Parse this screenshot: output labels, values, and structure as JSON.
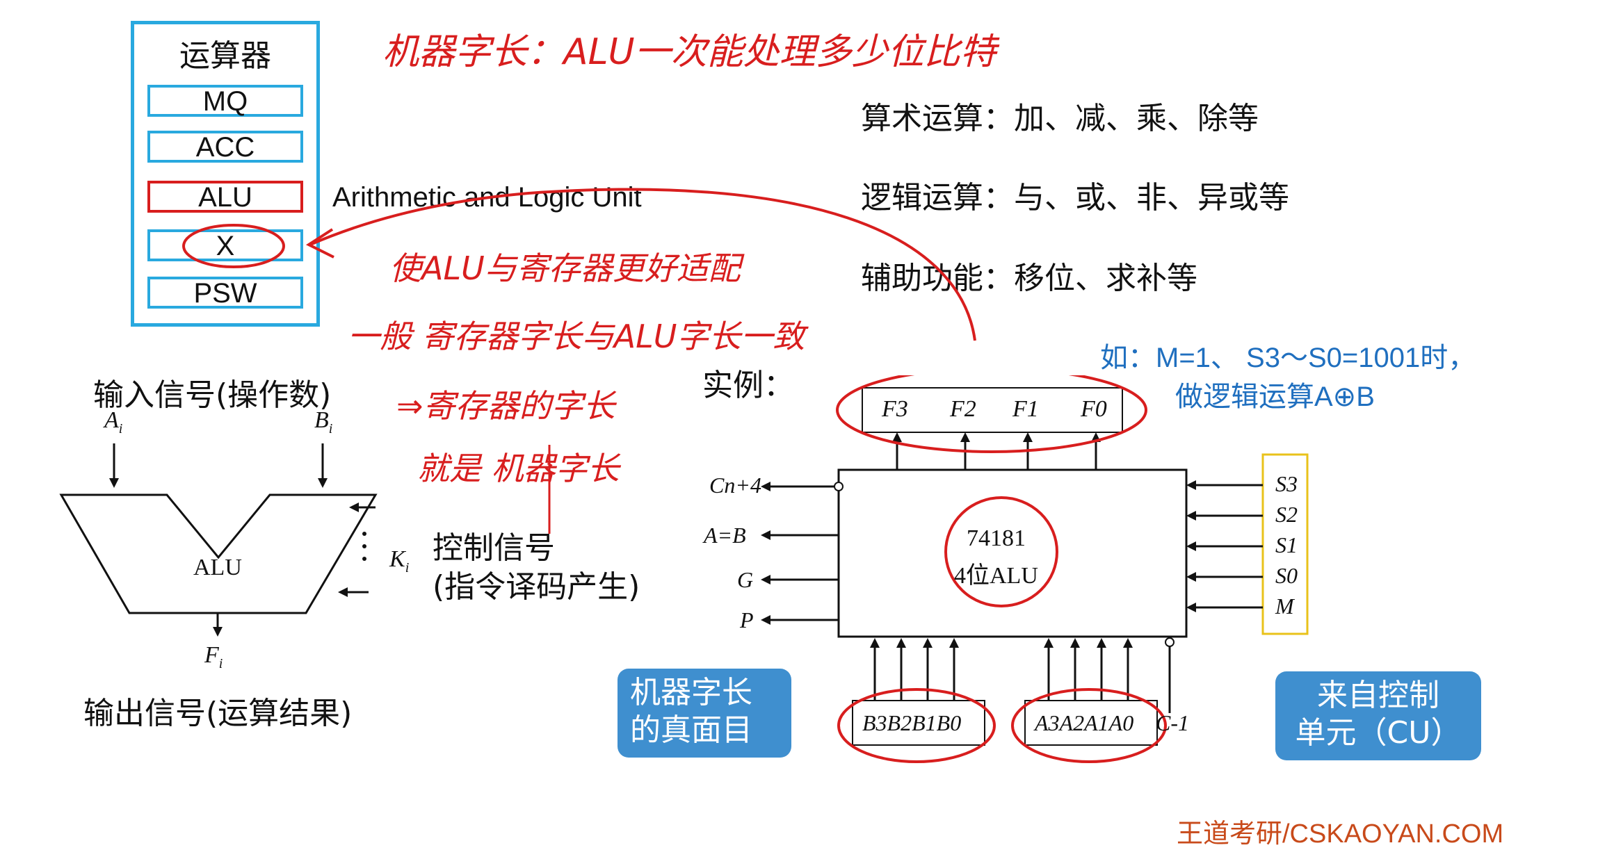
{
  "register_stack": {
    "title": "运算器",
    "registers": [
      "MQ",
      "ACC",
      "ALU",
      "X",
      "PSW"
    ]
  },
  "alu_full_name": "Arithmetic and Logic Unit",
  "functions": {
    "arith": "算术运算：加、减、乘、除等",
    "logic": "逻辑运算：与、或、非、异或等",
    "aux": "辅助功能：移位、求补等"
  },
  "alu_diagram": {
    "input_title": "输入信号(操作数)",
    "input_a": "A",
    "input_b": "B",
    "sub_i": "i",
    "label": "ALU",
    "control_k": "K",
    "control_title": "控制信号",
    "control_sub": "(指令译码产生)",
    "output_f": "F",
    "output_title": "输出信号(运算结果)"
  },
  "example": {
    "label": "实例：",
    "chip_line1": "74181",
    "chip_line2": "4位ALU",
    "outputs": [
      "F3",
      "F2",
      "F1",
      "F0"
    ],
    "left_outputs": [
      "Cn+4",
      "A=B",
      "G",
      "P"
    ],
    "right_inputs": [
      "S3",
      "S2",
      "S1",
      "S0",
      "M"
    ],
    "b_inputs": "B3B2B1B0",
    "a_inputs": "A3A2A1A0",
    "carry_in": "C-1",
    "note_line1": "如：M=1、 S3～S0=1001时，",
    "note_line2": "做逻辑运算A⊕B",
    "callout_left_1": "机器字长",
    "callout_left_2": "的真面目",
    "callout_right_1": "来自控制",
    "callout_right_2": "单元（CU）"
  },
  "handwriting": {
    "top": "机器字长：ALU一次能处理多少位比特",
    "mid": "使ALU与寄存器更好适配",
    "line2": "一般 寄存器字长与ALU字长一致",
    "line3": "⇒寄存器的字长",
    "line4": "就是 机器字长"
  },
  "watermark": "王道考研/CSKAOYAN.COM"
}
